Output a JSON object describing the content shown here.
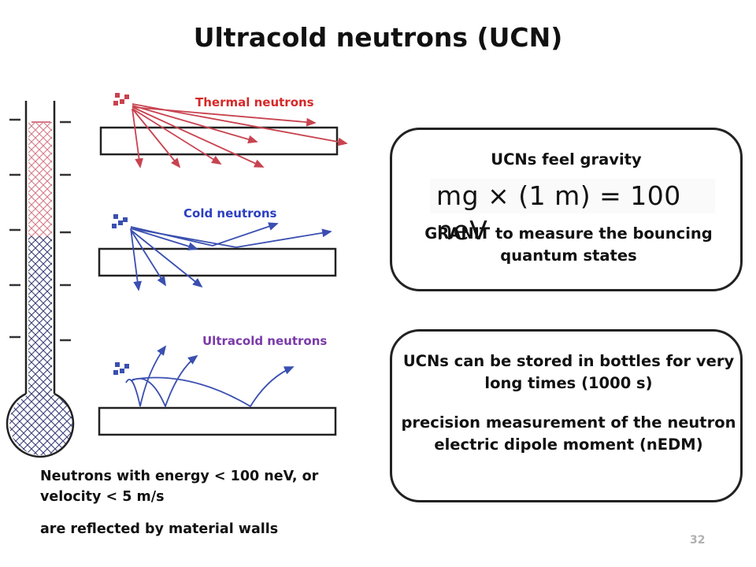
{
  "title": "Ultracold neutrons (UCN)",
  "labels": {
    "thermal": "Thermal neutrons",
    "cold": "Cold neutrons",
    "ultracold": "Ultracold neutrons"
  },
  "box_gravity": {
    "heading": "UCNs feel gravity",
    "formula": "mg × (1 m) = 100 neV",
    "text": "GRANIT to measure the bouncing  quantum states"
  },
  "box_storage": {
    "heading": "UCNs can be stored in bottles for very long times (1000 s)",
    "text": "precision measurement of the neutron electric dipole moment (nEDM)"
  },
  "notes": {
    "energy": "Neutrons with energy < 100 neV, or velocity <  5 m/s",
    "reflected": "are reflected by material walls"
  },
  "page_number": "32",
  "colors": {
    "thermal": "#d62828",
    "cold": "#2b3fbf",
    "ultracold": "#7a3aa8",
    "arrow_red": "#c8434f",
    "arrow_blue": "#3a4fb0"
  }
}
